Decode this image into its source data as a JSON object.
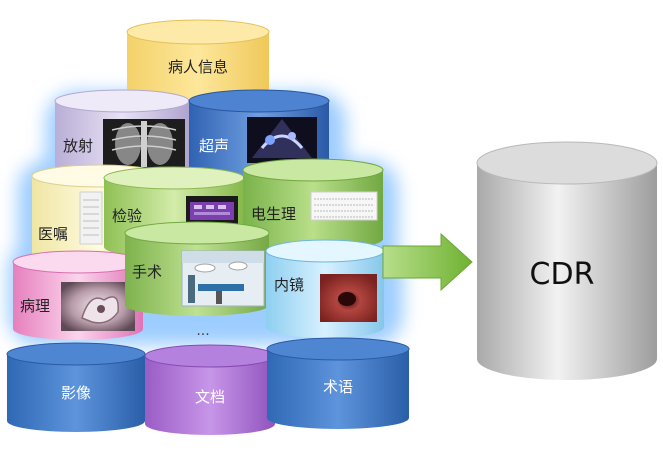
{
  "top": {
    "label": "病人信息"
  },
  "sources": [
    {
      "label": "放射",
      "thumb": "chest-xray-image"
    },
    {
      "label": "超声",
      "thumb": "ultrasound-image"
    },
    {
      "label": "医嘱",
      "thumb": "document-image"
    },
    {
      "label": "检验",
      "thumb": "lab-image"
    },
    {
      "label": "电生理",
      "thumb": "ecg-image"
    },
    {
      "label": "手术",
      "thumb": "operating-room-image"
    },
    {
      "label": "内镜",
      "thumb": "endoscopy-image"
    },
    {
      "label": "病理",
      "thumb": "pathology-image"
    }
  ],
  "ellipsis": "...",
  "bottom": [
    {
      "label": "影像"
    },
    {
      "label": "文档"
    },
    {
      "label": "术语"
    }
  ],
  "arrow": {
    "icon": "right-arrow-icon",
    "color": "#84c443"
  },
  "target": {
    "label": "CDR"
  }
}
